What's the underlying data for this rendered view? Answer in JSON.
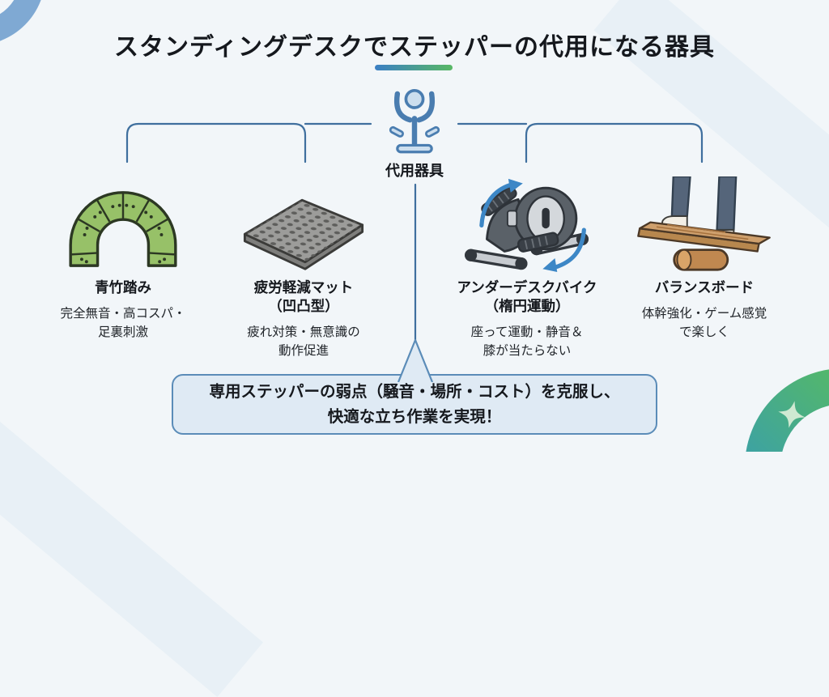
{
  "title": {
    "text": "スタンディングデスクでステッパーの代用になる器具"
  },
  "root": {
    "label": "代用器具",
    "icon": "person-stand-icon"
  },
  "items": [
    {
      "icon": "bamboo-arch-icon",
      "name": "青竹踏み",
      "desc": "完全無音・高コスパ・\n足裏刺激"
    },
    {
      "icon": "cushion-mat-icon",
      "name": "疲労軽減マット\n（凹凸型）",
      "desc": "疲れ対策・無意識の\n動作促進"
    },
    {
      "icon": "under-desk-bike-icon",
      "name": "アンダーデスクバイク\n（楕円運動）",
      "desc": "座って運動・静音＆\n膝が当たらない"
    },
    {
      "icon": "balance-board-icon",
      "name": "バランスボード",
      "desc": "体幹強化・ゲーム感覚\nで楽しく"
    }
  ],
  "conclusion": {
    "text": "専用ステッパーの弱点（騒音・場所・コスト）を克服し、\n快適な立ち作業を実現！"
  },
  "colors": {
    "background": "#f2f6f9",
    "connector_line": "#3f6f9e",
    "accent_blue": "#4a7db0",
    "box_background": "#dfeaf4",
    "box_border": "#5b8cb8",
    "underline_gradient_start": "#3b7fc4",
    "underline_gradient_end": "#58b865",
    "corner_arc_blue": "#7fa9d3",
    "corner_ring_teal": "#3ba0a8",
    "corner_ring_green": "#55b966",
    "bamboo_green": "#97c168",
    "mat_gray": "#9c9c9a",
    "board_wood": "#cfa06d",
    "arrow_blue": "#3d87c6"
  }
}
